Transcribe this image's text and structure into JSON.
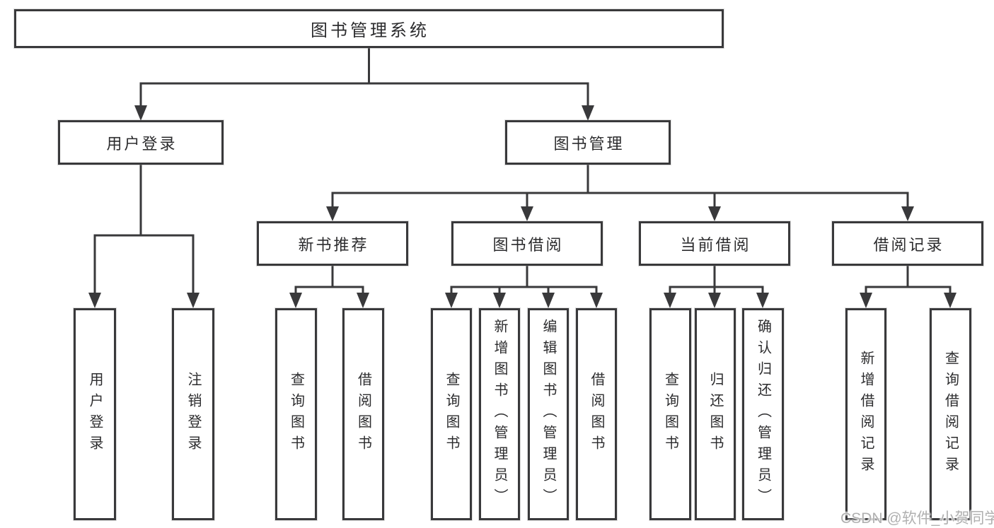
{
  "diagram_title": "图书管理系统",
  "tree": {
    "label": "图书管理系统",
    "children": [
      {
        "label": "用户登录",
        "children": [
          {
            "label": "用户登录"
          },
          {
            "label": "注销登录"
          }
        ]
      },
      {
        "label": "图书管理",
        "children": [
          {
            "label": "新书推荐",
            "children": [
              {
                "label": "查询图书"
              },
              {
                "label": "借阅图书"
              }
            ]
          },
          {
            "label": "图书借阅",
            "children": [
              {
                "label": "查询图书"
              },
              {
                "label": "新增图书（管理员）"
              },
              {
                "label": "编辑图书（管理员）"
              },
              {
                "label": "借阅图书"
              }
            ]
          },
          {
            "label": "当前借阅",
            "children": [
              {
                "label": "查询图书"
              },
              {
                "label": "归还图书"
              },
              {
                "label": "确认归还（管理员）"
              }
            ]
          },
          {
            "label": "借阅记录",
            "children": [
              {
                "label": "新增借阅记录"
              },
              {
                "label": "查询借阅记录"
              }
            ]
          }
        ]
      }
    ]
  },
  "watermark": "CSDN @软件_小贺同学",
  "colors": {
    "line": "#39393b",
    "box_border": "#39393b",
    "text": "#2c2c2e",
    "background": "#ffffff",
    "watermark": "#b0b0b0"
  }
}
